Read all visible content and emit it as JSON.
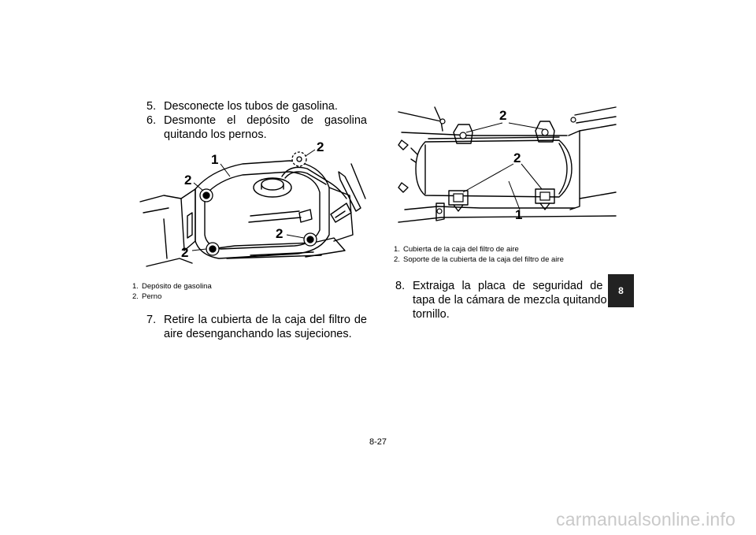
{
  "left_column": {
    "steps_top": [
      {
        "num": "5.",
        "text": "Desconecte los tubos de gasolina."
      },
      {
        "num": "6.",
        "text": "Desmonte el depósito de gasolina quitando los pernos."
      }
    ],
    "figure_callouts": [
      "1",
      "2",
      "2",
      "2",
      "2"
    ],
    "captions": [
      {
        "num": "1.",
        "text": "Depósito de gasolina"
      },
      {
        "num": "2.",
        "text": "Perno"
      }
    ],
    "step_bottom": {
      "num": "7.",
      "text": "Retire la cubierta de la caja del filtro de aire desenganchando las sujeciones."
    }
  },
  "right_column": {
    "figure_callouts": [
      "2",
      "2",
      "1"
    ],
    "captions": [
      {
        "num": "1.",
        "text": "Cubierta de la caja del filtro de aire"
      },
      {
        "num": "2.",
        "text": "Soporte de la cubierta de la caja del filtro de aire"
      }
    ],
    "step": {
      "num": "8.",
      "text": "Extraiga la placa de seguridad de la tapa de la cámara de mezcla quitando el tornillo."
    }
  },
  "chapter_tab": "8",
  "page_number": "8-27",
  "watermark": "carmanualsonline.info"
}
